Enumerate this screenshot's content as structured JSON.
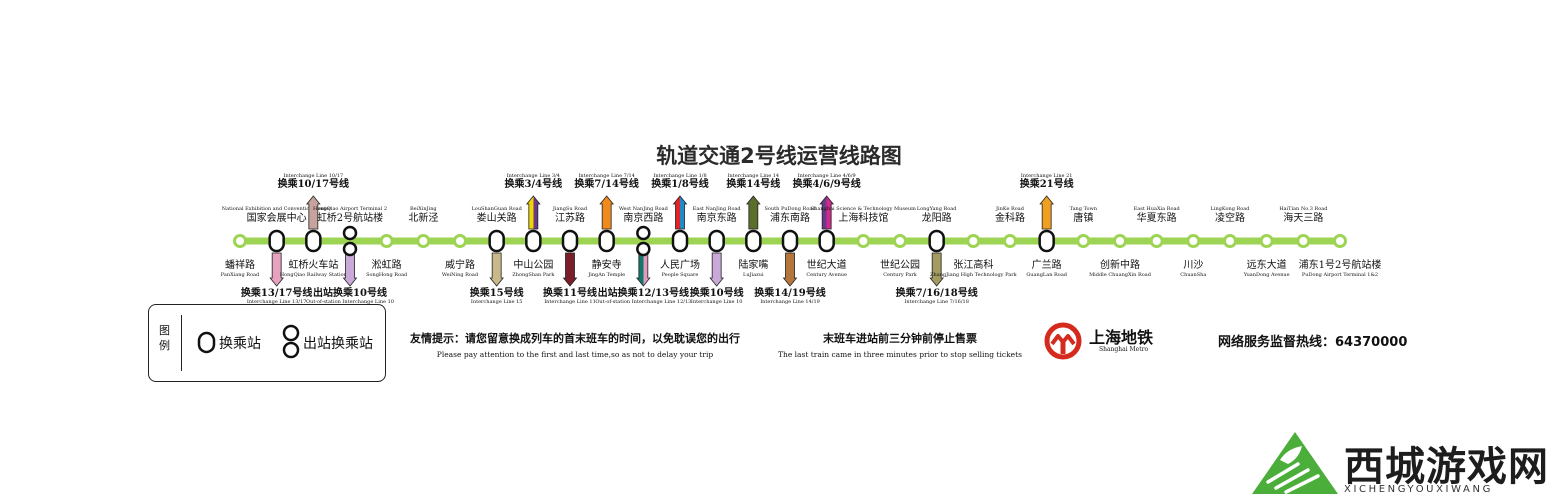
{
  "title": "轨道交通2号线运营线路图",
  "colors": {
    "line": "#9ed454",
    "station_fill": "#ffffff",
    "border": "#111111",
    "logo_red": "#d52b1e",
    "wm_green": "#4cae3a"
  },
  "stations": [
    {
      "id": "s01",
      "cn": "蟠祥路",
      "en": "PanXiang Road",
      "side": "below",
      "type": "normal"
    },
    {
      "id": "s02",
      "cn": "国家会展中心",
      "en": "National Exhibition and Convention Center",
      "side": "above",
      "type": "interchange",
      "transfer_cn": "换乘13/17号线",
      "transfer_en": "Interchange Line 13/17",
      "transfer_side": "below",
      "arrow_color": "#e6a2bf"
    },
    {
      "id": "s03",
      "cn": "虹桥火车站",
      "en": "HongQiao Railway Station",
      "side": "below",
      "type": "interchange",
      "transfer_cn": "换乘10/17号线",
      "transfer_en": "Interchange Line 10/17",
      "transfer_side": "above",
      "arrow_color": "#c7a39d"
    },
    {
      "id": "s04",
      "cn": "虹桥2号航站楼",
      "en": "HongQiao Airport Terminal 2",
      "side": "above",
      "type": "outofstation",
      "transfer_cn": "出站换乘10号线",
      "transfer_en": "Out-of-station Interchange Line 10",
      "transfer_side": "below",
      "arrow_color": "#c8a9d8"
    },
    {
      "id": "s05",
      "cn": "淞虹路",
      "en": "SongHong Road",
      "side": "below",
      "type": "normal"
    },
    {
      "id": "s06",
      "cn": "北新泾",
      "en": "BeiXinJing",
      "side": "above",
      "type": "normal"
    },
    {
      "id": "s07",
      "cn": "威宁路",
      "en": "WeiNing Road",
      "side": "below",
      "type": "normal"
    },
    {
      "id": "s08",
      "cn": "娄山关路",
      "en": "LouShanGuan Road",
      "side": "above",
      "type": "interchange",
      "transfer_cn": "换乘15号线",
      "transfer_en": "Interchange Line 15",
      "transfer_side": "below",
      "arrow_color": "#c9b98a"
    },
    {
      "id": "s09",
      "cn": "中山公园",
      "en": "ZhongShan Park",
      "side": "below",
      "type": "interchange",
      "transfer_cn": "换乘3/4号线",
      "transfer_en": "Interchange Line 3/4",
      "transfer_side": "above",
      "arrow_colors": [
        "#f2d600",
        "#6a3a8a"
      ]
    },
    {
      "id": "s10",
      "cn": "江苏路",
      "en": "JiangSu Road",
      "side": "above",
      "type": "interchange",
      "transfer_cn": "换乘11号线",
      "transfer_en": "Interchange Line 11",
      "transfer_side": "below",
      "arrow_color": "#7a1e2b"
    },
    {
      "id": "s11",
      "cn": "静安寺",
      "en": "JingAn Temple",
      "side": "below",
      "type": "interchange",
      "transfer_cn": "换乘7/14号线",
      "transfer_en": "Interchange Line 7/14",
      "transfer_side": "above",
      "arrow_color": "#f08a1d"
    },
    {
      "id": "s12",
      "cn": "南京西路",
      "en": "West NanJing Road",
      "side": "above",
      "type": "outofstation",
      "transfer_cn": "出站换乘12/13号线",
      "transfer_en": "Out-of-station Interchange Line 12/13",
      "transfer_side": "below",
      "arrow_colors": [
        "#0f7a6b",
        "#e39ac0"
      ]
    },
    {
      "id": "s13",
      "cn": "人民广场",
      "en": "People Square",
      "side": "below",
      "type": "interchange",
      "transfer_cn": "换乘1/8号线",
      "transfer_en": "Interchange Line 1/8",
      "transfer_side": "above",
      "arrow_colors": [
        "#e2232a",
        "#1f8ac9"
      ]
    },
    {
      "id": "s14",
      "cn": "南京东路",
      "en": "East NanJing Road",
      "side": "above",
      "type": "interchange",
      "transfer_cn": "换乘10号线",
      "transfer_en": "Interchange Line 10",
      "transfer_side": "below",
      "arrow_color": "#c8a9d8"
    },
    {
      "id": "s15",
      "cn": "陆家嘴",
      "en": "LuJiazui",
      "side": "below",
      "type": "interchange",
      "transfer_cn": "换乘14号线",
      "transfer_en": "Interchange Line 14",
      "transfer_side": "above",
      "arrow_color": "#5b6f2b"
    },
    {
      "id": "s16",
      "cn": "浦东南路",
      "en": "South PuDong Road",
      "side": "above",
      "type": "interchange",
      "transfer_cn": "换乘14/19号线",
      "transfer_en": "Interchange Line 14/19",
      "transfer_side": "below",
      "arrow_color": "#b4763a"
    },
    {
      "id": "s17",
      "cn": "世纪大道",
      "en": "Century Avenue",
      "side": "below",
      "type": "interchange",
      "transfer_cn": "换乘4/6/9号线",
      "transfer_en": "Interchange Line 4/6/9",
      "transfer_side": "above",
      "arrow_colors": [
        "#6a3a8a",
        "#d0288b"
      ]
    },
    {
      "id": "s18",
      "cn": "上海科技馆",
      "en": "Shanghai Science & Technology Museum",
      "side": "above",
      "type": "normal"
    },
    {
      "id": "s19",
      "cn": "世纪公园",
      "en": "Century Park",
      "side": "below",
      "type": "normal"
    },
    {
      "id": "s20",
      "cn": "龙阳路",
      "en": "LongYang Road",
      "side": "above",
      "type": "interchange",
      "transfer_cn": "换乘7/16/18号线",
      "transfer_en": "Interchange Line 7/16/18",
      "transfer_side": "below",
      "arrow_color": "#a39b60"
    },
    {
      "id": "s21",
      "cn": "张江高科",
      "en": "ZhangJiang High Technology Park",
      "side": "below",
      "type": "normal"
    },
    {
      "id": "s22",
      "cn": "金科路",
      "en": "JinKe Road",
      "side": "above",
      "type": "normal"
    },
    {
      "id": "s23",
      "cn": "广兰路",
      "en": "GuangLan Road",
      "side": "below",
      "type": "interchange",
      "transfer_cn": "换乘21号线",
      "transfer_en": "Interchange Line 21",
      "transfer_side": "above",
      "arrow_color": "#f0a020"
    },
    {
      "id": "s24",
      "cn": "唐镇",
      "en": "Tang Town",
      "side": "above",
      "type": "normal"
    },
    {
      "id": "s25",
      "cn": "创新中路",
      "en": "Middle ChuangXin Road",
      "side": "below",
      "type": "normal"
    },
    {
      "id": "s26",
      "cn": "华夏东路",
      "en": "East HuaXia Road",
      "side": "above",
      "type": "normal"
    },
    {
      "id": "s27",
      "cn": "川沙",
      "en": "ChuanSha",
      "side": "below",
      "type": "normal"
    },
    {
      "id": "s28",
      "cn": "凌空路",
      "en": "LingKong Road",
      "side": "above",
      "type": "normal"
    },
    {
      "id": "s29",
      "cn": "远东大道",
      "en": "YuanDong Avenue",
      "side": "below",
      "type": "normal"
    },
    {
      "id": "s30",
      "cn": "海天三路",
      "en": "HaiTian No.3 Road",
      "side": "above",
      "type": "normal"
    },
    {
      "id": "s31",
      "cn": "浦东1号2号航站楼",
      "en": "PuDong Airport Terminal 1&2",
      "side": "below",
      "type": "normal"
    }
  ],
  "legend": {
    "title": "图例",
    "interchange_label": "换乘站",
    "outofstation_label": "出站换乘站"
  },
  "notice1": {
    "cn": "友情提示：请您留意换成列车的首末班车的时间，以免耽误您的出行",
    "en": "Please pay attention to the first and last time,so as not to delay your trip"
  },
  "notice2": {
    "cn": "末班车进站前三分钟前停止售票",
    "en": "The last train came in three minutes prior to stop selling tickets"
  },
  "logo": {
    "name_cn": "上海地铁",
    "name_en": "Shanghai Metro"
  },
  "hotline": "网络服务监督热线：64370000",
  "watermark": {
    "name_cn": "西城游戏网",
    "name_en": "XICHENGYOUXIWANG"
  }
}
